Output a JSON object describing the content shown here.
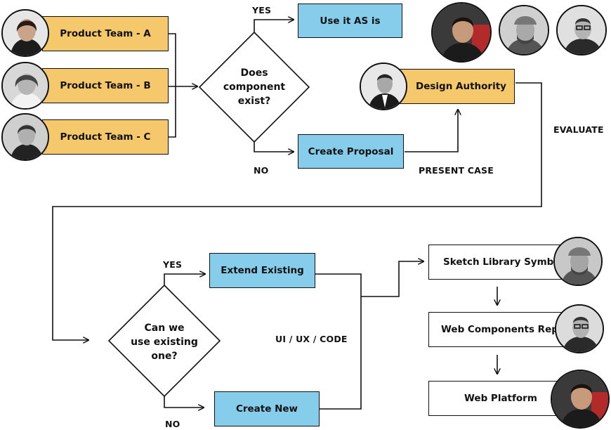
{
  "teams": {
    "a": "Product Team - A",
    "b": "Product Team - B",
    "c": "Product Team - C"
  },
  "decision1": {
    "line1": "Does",
    "line2": "component",
    "line3": "exist?",
    "yes": "YES",
    "no": "NO"
  },
  "use_as_is": "Use it AS is",
  "create_proposal": "Create Proposal",
  "present_case": "PRESENT CASE",
  "design_authority": "Design Authority",
  "evaluate": "EVALUATE",
  "decision2": {
    "line1": "Can we",
    "line2": "use existing",
    "line3": "one?",
    "yes": "YES",
    "no": "NO"
  },
  "extend_existing": "Extend Existing",
  "create_new": "Create New",
  "ui_ux_code": "UI / UX / CODE",
  "sketch_symbol": "Sketch Library Symbol",
  "web_components": "Web Components Repo",
  "web_platform": "Web Platform",
  "colors": {
    "team_fill": "#f5c96b",
    "action_fill": "#86cdeb",
    "stroke": "#111111"
  },
  "icons": [
    "person-avatar-icon"
  ]
}
